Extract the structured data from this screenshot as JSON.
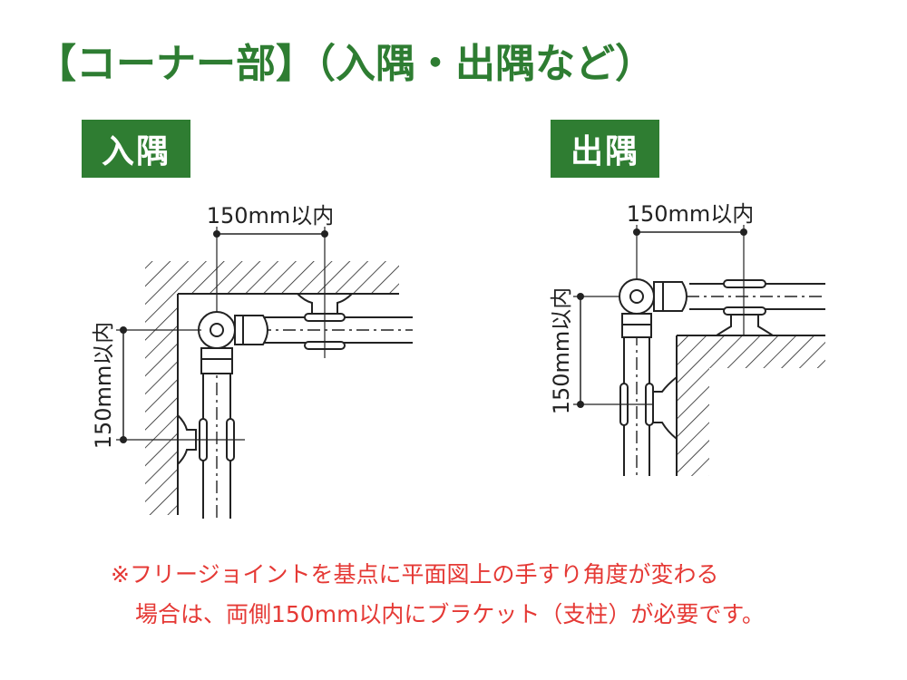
{
  "title": "【コーナー部】（入隅・出隅など）",
  "inner_corner": {
    "badge": "入隅",
    "dim_horizontal": "150mm以内",
    "dim_vertical": "150mm以内"
  },
  "outer_corner": {
    "badge": "出隅",
    "dim_horizontal": "150mm以内",
    "dim_vertical": "150mm以内"
  },
  "note": {
    "line1": "※フリージョイントを基点に平面図上の手すり角度が変わる",
    "line2": "場合は、両側150mm以内にブラケット（支柱）が必要です。"
  },
  "colors": {
    "title_green": "#2e7d32",
    "badge_green": "#2f7d32",
    "note_red": "#e53935",
    "line": "#222222"
  }
}
